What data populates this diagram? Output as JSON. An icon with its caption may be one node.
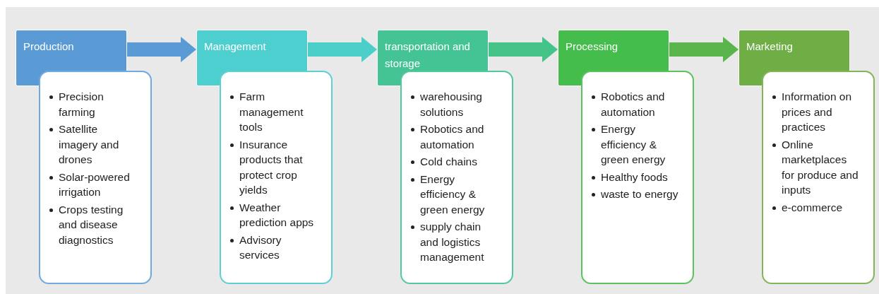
{
  "diagram": {
    "nodes": [
      {
        "text": [
          "Production"
        ]
      },
      {
        "text": [
          "Precision farming",
          "Satellite imagery and drones",
          "Solar-powered irrigation",
          "Crops testing and disease diagnostics"
        ]
      },
      {
        "text": [
          "Management"
        ]
      },
      {
        "text": [
          "Farm management tools",
          "Insurance products that protect crop yields",
          "Weather prediction apps",
          "Advisory services"
        ]
      },
      {
        "text": [
          "transportation and storage"
        ]
      },
      {
        "text": [
          "warehousing solutions",
          "Robotics and automation",
          "Cold chains",
          "Energy efficiency & green energy",
          "supply chain and logistics management"
        ]
      },
      {
        "text": [
          "Processing"
        ]
      },
      {
        "text": [
          "Robotics and automation",
          "Energy efficiency & green energy",
          "Healthy foods",
          "waste to energy"
        ]
      },
      {
        "text": [
          "Marketing"
        ]
      },
      {
        "text": [
          "Information on prices and practices",
          "Online marketplaces for produce and inputs",
          "e-commerce"
        ]
      }
    ],
    "edges": [
      {
        "from": 0,
        "to": 2,
        "arrow": "to",
        "style": "thick",
        "color": "#5b9bd5"
      },
      {
        "from": 2,
        "to": 4,
        "arrow": "to",
        "style": "thick",
        "color": "#4ccfc9"
      },
      {
        "from": 4,
        "to": 6,
        "arrow": "to",
        "style": "thick",
        "color": "#45c48a"
      },
      {
        "from": 6,
        "to": 8,
        "arrow": "to",
        "style": "thick",
        "color": "#5ab54c"
      }
    ]
  }
}
